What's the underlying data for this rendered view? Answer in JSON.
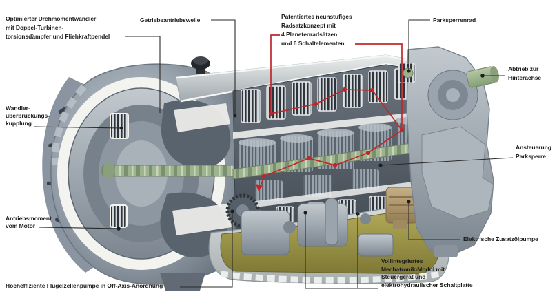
{
  "figure_type": "technical-cutaway-diagram",
  "subject": "9-speed automatic transmission cutaway with callout labels",
  "colors": {
    "background": "#ffffff",
    "label_text": "#1c1c1a",
    "leader_line": "#2a2a28",
    "annotation_red": "#c0272d",
    "housing_gray": "#9aa4ae",
    "cut_face_white": "#f3f3ef",
    "shaft_green": "#9db48f",
    "mechatronics_olive": "#a39d4d",
    "aux_pump_brass": "#b39b72"
  },
  "labels": {
    "torque_converter": {
      "lines": [
        "Optimierter Drehmomentwandler",
        "mit Doppel-Turbinen-",
        "torsionsdämpfer und Fliehkraftpendel"
      ]
    },
    "input_shaft": {
      "lines": [
        "Getriebeantriebswelle"
      ]
    },
    "gearset_concept": {
      "lines": [
        "Patentiertes neunstufiges",
        "Radsatzkonzept mit",
        "4 Planetenradsätzen",
        "und 6 Schaltelementen"
      ]
    },
    "parking_lock_gear": {
      "lines": [
        "Parksperrenrad"
      ]
    },
    "output": {
      "lines": [
        "Abtrieb zur",
        "Hinterachse"
      ]
    },
    "lockup_clutch": {
      "lines": [
        "Wandler-",
        "überbrückungs-",
        "kupplung"
      ]
    },
    "parking_lock_actuation": {
      "lines": [
        "Ansteuerung",
        "Parksperre"
      ]
    },
    "engine_torque": {
      "lines": [
        "Antriebsmoment",
        "vom Motor"
      ]
    },
    "aux_oil_pump": {
      "lines": [
        "Elektrische Zusatzölpumpe"
      ]
    },
    "mechatronics": {
      "lines": [
        "Vollintegriertes",
        "Mechatronik-Modul mit",
        "Steuergerät und",
        "elektrohydraulischer Schaltplatte"
      ]
    },
    "vane_pump": {
      "lines": [
        "Hocheffiziente Flügelzellenpumpe in Off-Axis-Anordnung"
      ]
    }
  }
}
